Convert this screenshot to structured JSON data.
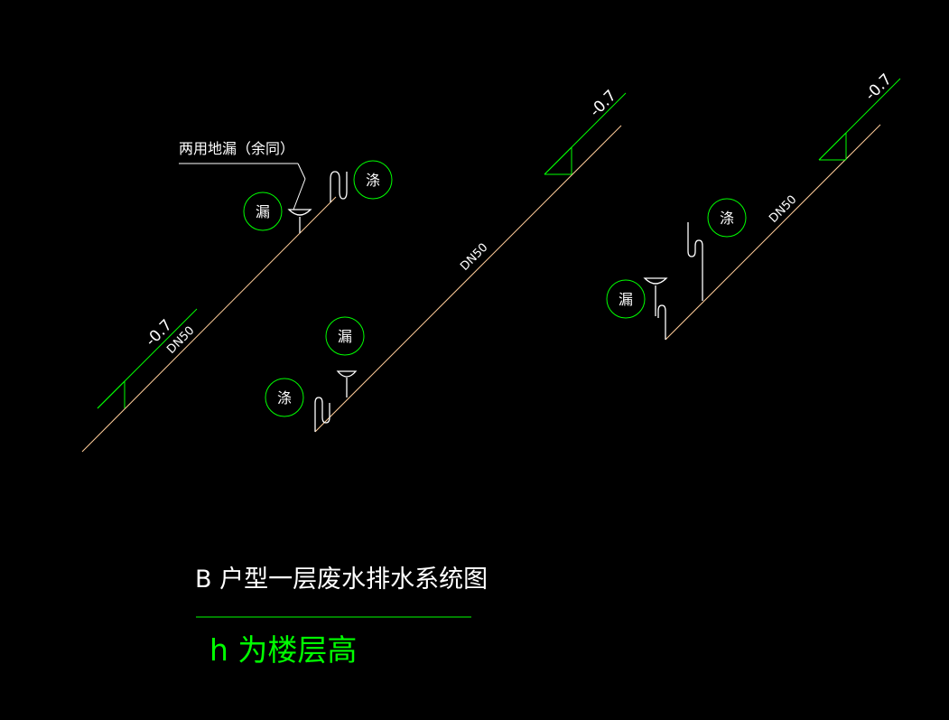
{
  "colors": {
    "background": "#000000",
    "pipe": "#ffcc99",
    "annotation": "#00ff00",
    "text": "#ffffff",
    "fixture": "#ffffff"
  },
  "drawing": {
    "title": "B 户型一层废水排水系统图",
    "note": "h 为楼层高",
    "leader_label": "两用地漏（余同）",
    "fixtures": {
      "floor_drain": "漏",
      "washbasin": "涤"
    },
    "pipe_label": "DN50",
    "elevation_label": "-0.7"
  }
}
